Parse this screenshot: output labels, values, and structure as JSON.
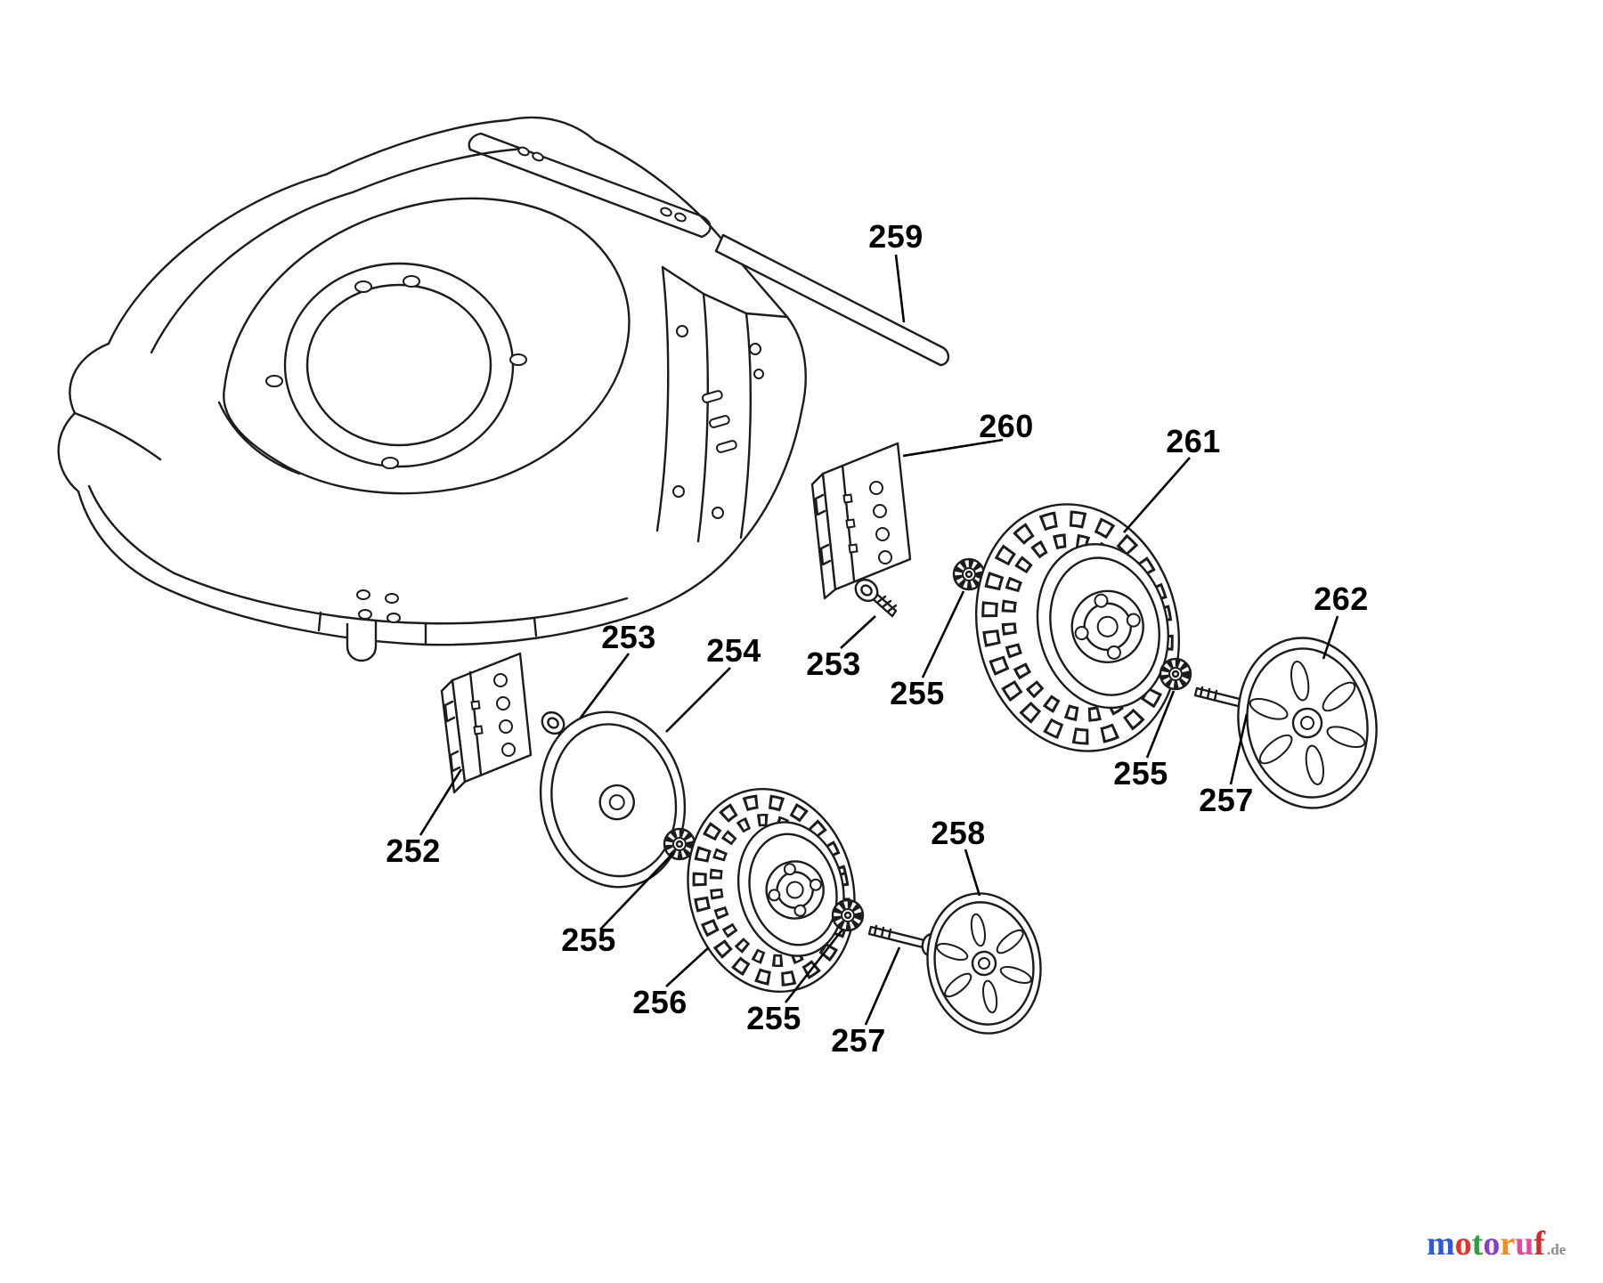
{
  "colors": {
    "line": "#1c1c1c",
    "label": "#000000",
    "background": "#ffffff"
  },
  "labels": {
    "l252": {
      "text": "252"
    },
    "l253a": {
      "text": "253"
    },
    "l253b": {
      "text": "253"
    },
    "l254": {
      "text": "254"
    },
    "l255a": {
      "text": "255"
    },
    "l255b": {
      "text": "255"
    },
    "l255c": {
      "text": "255"
    },
    "l255d": {
      "text": "255"
    },
    "l256": {
      "text": "256"
    },
    "l257a": {
      "text": "257"
    },
    "l257b": {
      "text": "257"
    },
    "l258": {
      "text": "258"
    },
    "l259": {
      "text": "259"
    },
    "l260": {
      "text": "260"
    },
    "l261": {
      "text": "261"
    },
    "l262": {
      "text": "262"
    }
  },
  "logo": {
    "letters": [
      {
        "ch": "m",
        "color": "#2e5bd7"
      },
      {
        "ch": "o",
        "color": "#e5332a"
      },
      {
        "ch": "t",
        "color": "#2f9e3f"
      },
      {
        "ch": "o",
        "color": "#8b3fc6"
      },
      {
        "ch": "r",
        "color": "#f08c1e"
      },
      {
        "ch": "u",
        "color": "#e04b9a"
      },
      {
        "ch": "f",
        "color": "#d22b2b"
      }
    ],
    "suffix": {
      "text": ".de",
      "color": "#8a8a8a"
    }
  }
}
